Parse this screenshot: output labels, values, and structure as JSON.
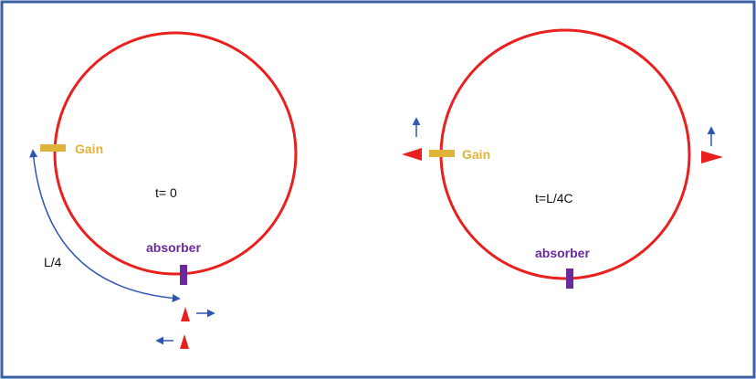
{
  "colors": {
    "frame": "#3a5fa3",
    "ring": "#e8211f",
    "gain": "#e0b43a",
    "absorber": "#6a2a9e",
    "arrow_blue": "#2f56b3",
    "pulse_red": "#e8211f",
    "text": "#111111"
  },
  "left_panel": {
    "gain_label": "Gain",
    "time_label": "t= 0",
    "absorber_label": "absorber",
    "distance_label": "L/4"
  },
  "right_panel": {
    "gain_label": "Gain",
    "time_label": "t=L/4C",
    "absorber_label": "absorber"
  }
}
